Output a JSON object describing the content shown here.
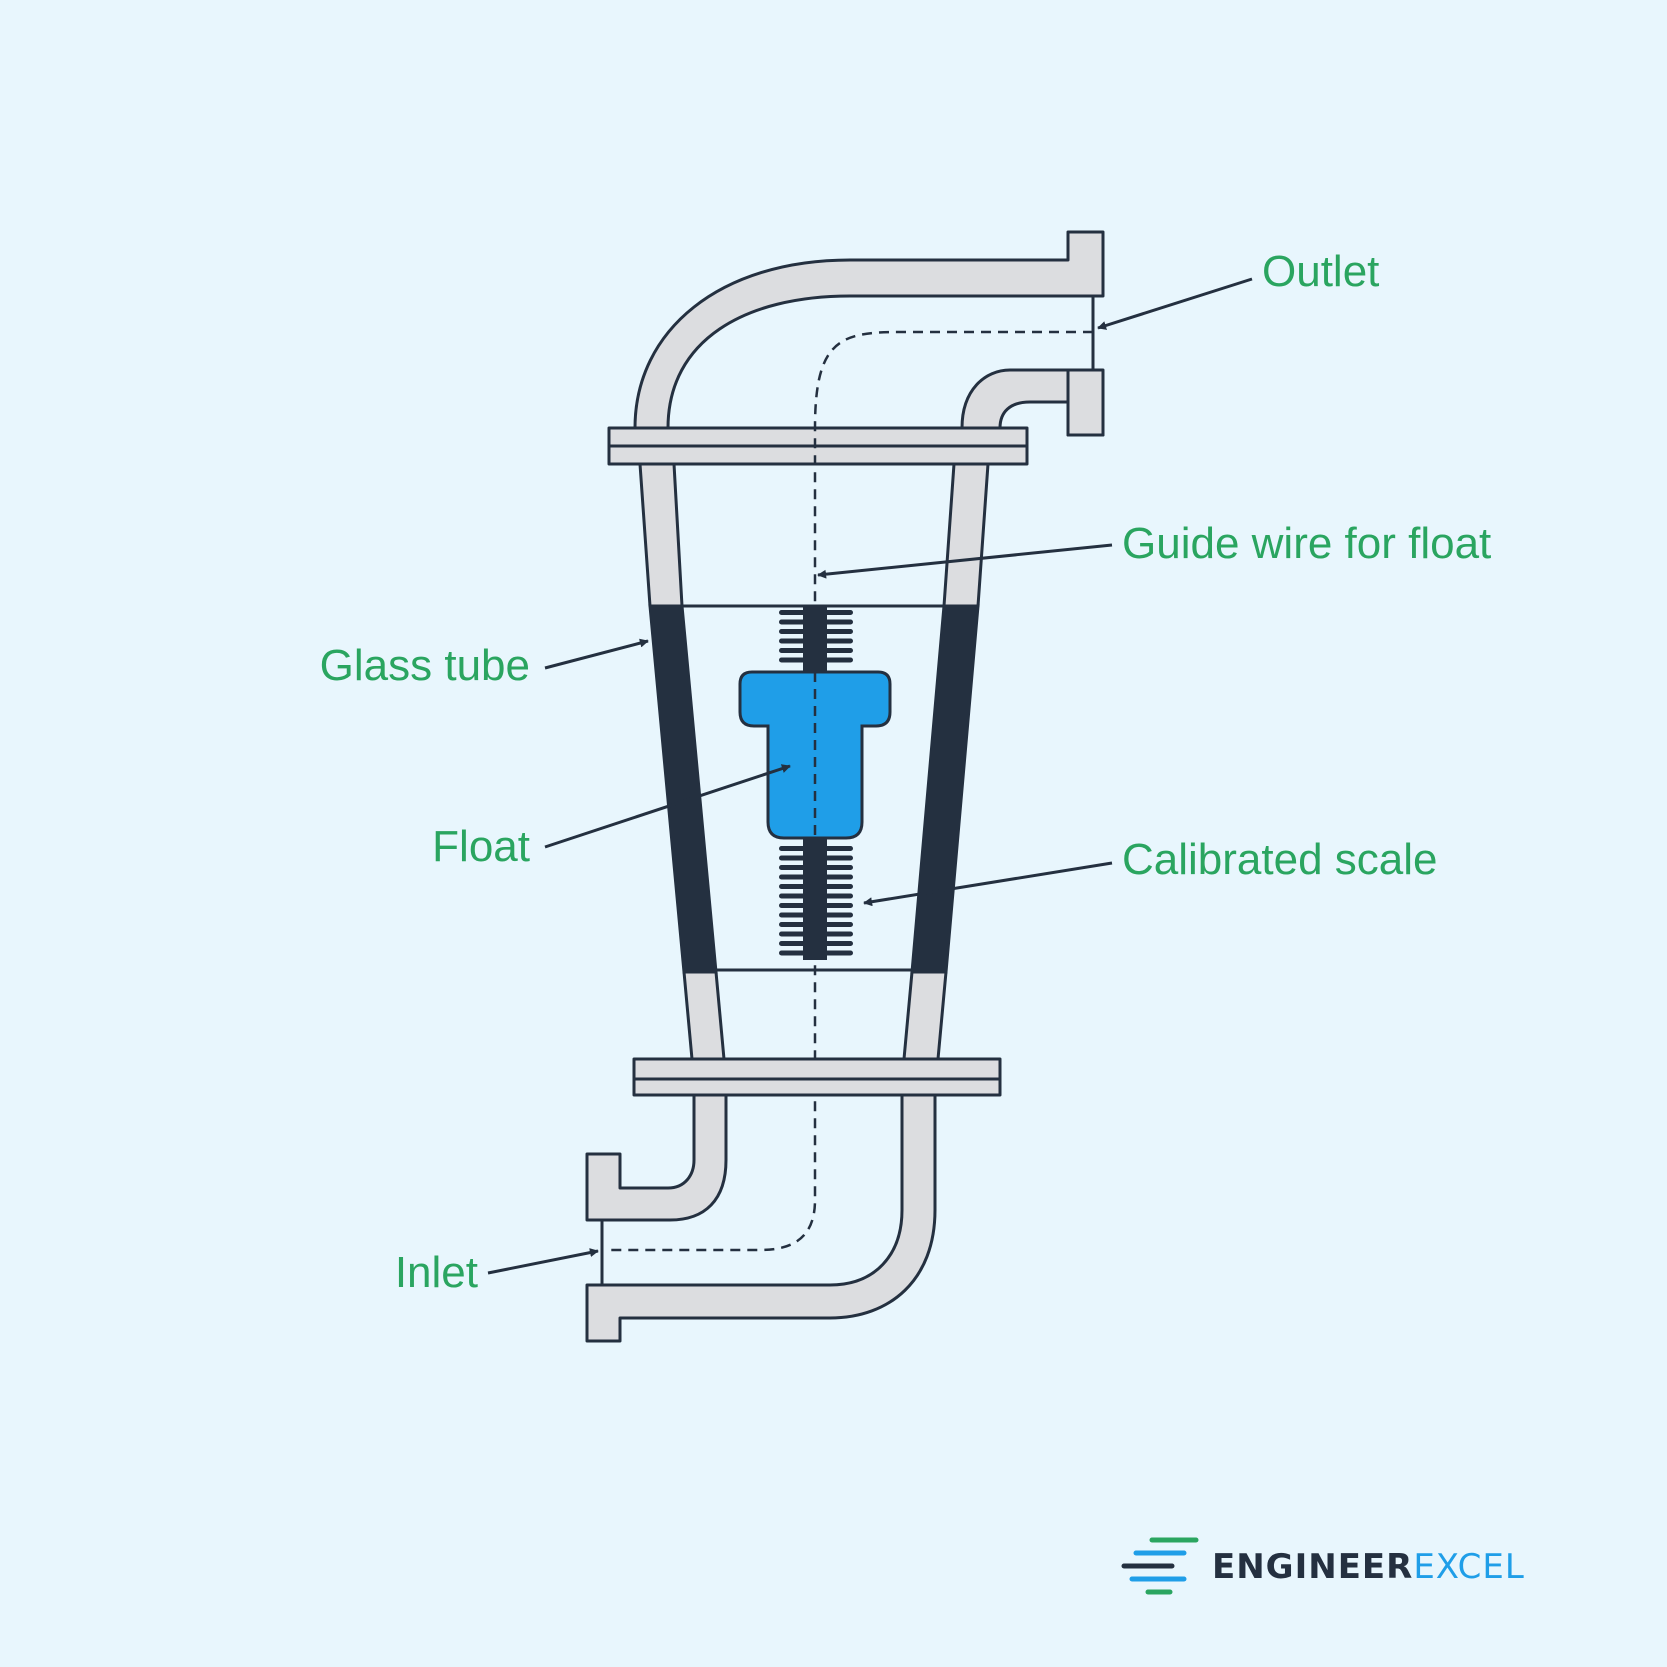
{
  "labels": {
    "outlet": "Outlet",
    "guide_wire": "Guide wire for float",
    "glass_tube": "Glass tube",
    "float": "Float",
    "calibrated_scale": "Calibrated scale",
    "inlet": "Inlet"
  },
  "brand": {
    "part1": "ENGINEER",
    "part2": "EXCEL"
  },
  "colors": {
    "background": "#e8f6fd",
    "label": "#2aa560",
    "float": "#1f9ee8",
    "dark": "#243040",
    "pipe": "#dcdde0",
    "brand_blue": "#1f9ee8"
  }
}
